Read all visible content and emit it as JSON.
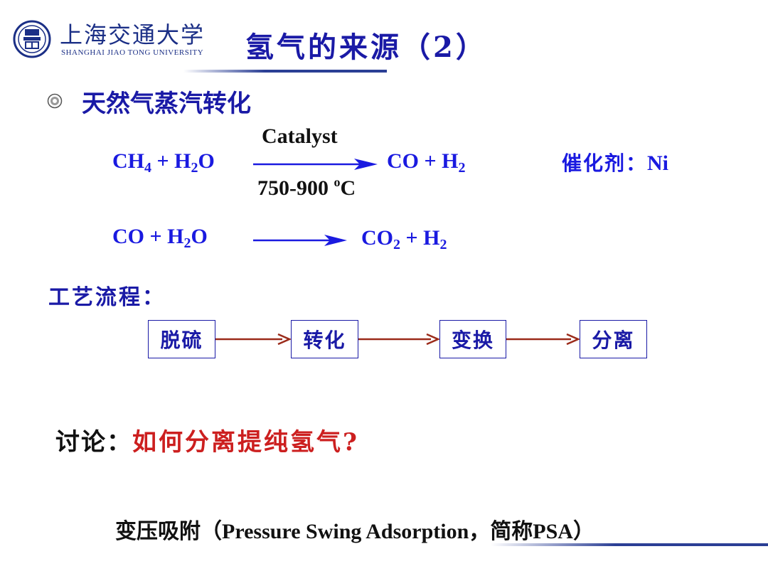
{
  "header": {
    "logo_cn": "上海交通大学",
    "logo_en": "SHANGHAI JIAO TONG UNIVERSITY",
    "title": "氢气的来源（2）"
  },
  "bullet": {
    "text": "天然气蒸汽转化"
  },
  "reaction1": {
    "catalyst": "Catalyst",
    "left_a": "CH",
    "left_a_sub": "4",
    "left_b": " + H",
    "left_b_sub": "2",
    "left_c": "O",
    "right_a": "CO + H",
    "right_a_sub": "2",
    "temp": "750-900 ",
    "temp_sup": "o",
    "temp_unit": "C",
    "cat_label": "催化剂：",
    "cat_value": "Ni"
  },
  "reaction2": {
    "left_a": "CO  + H",
    "left_a_sub": "2",
    "left_b": "O",
    "right_a": "CO",
    "right_a_sub": "2",
    "right_b": " + H",
    "right_b_sub": "2"
  },
  "process": {
    "label": "工艺流程：",
    "steps": [
      "脱硫",
      "转化",
      "变换",
      "分离"
    ]
  },
  "discussion": {
    "label": "讨论：",
    "question": "如何分离提纯氢气?"
  },
  "answer": {
    "text": "变压吸附（Pressure Swing Adsorption，简称PSA）"
  },
  "colors": {
    "title_blue": "#1a1aa6",
    "formula_blue": "#1a1ae0",
    "arrow_red": "#9b2b1a",
    "question_red": "#cc1f1f"
  }
}
